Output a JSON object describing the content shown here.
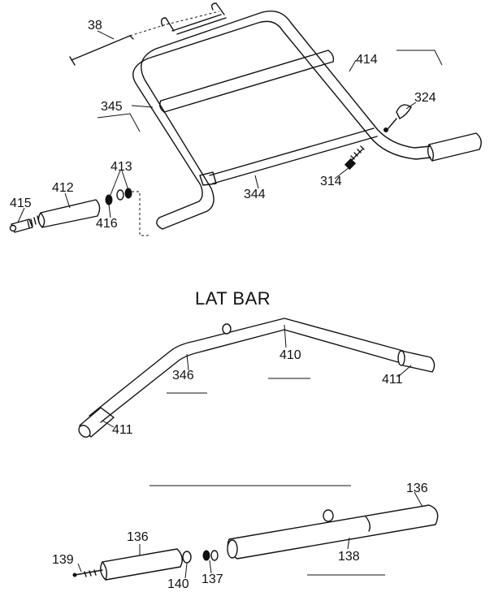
{
  "parts": {
    "p38": "38",
    "p414": "414",
    "p345": "345",
    "p324": "324",
    "p413": "413",
    "p412": "412",
    "p415": "415",
    "p416": "416",
    "p344": "344",
    "p314": "314",
    "p410": "410",
    "p346": "346",
    "p411_right": "411",
    "p411_left": "411",
    "p136_right": "136",
    "p136_left": "136",
    "p139": "139",
    "p138": "138",
    "p140": "140",
    "p137": "137"
  },
  "section_heading": "LAT BAR"
}
